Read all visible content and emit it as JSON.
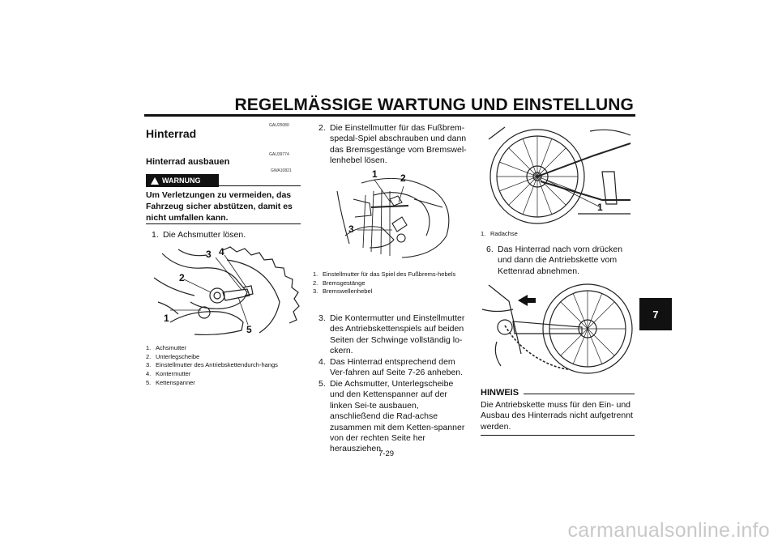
{
  "header": {
    "title": "REGELMÄSSIGE WARTUNG UND EINSTELLUNG"
  },
  "chapter_tab": "7",
  "codes": {
    "section": "GAU25080",
    "subsection": "GAU39774",
    "warning": "GWA10821"
  },
  "section_title": "Hinterrad",
  "subsection_title": "Hinterrad ausbauen",
  "warning": {
    "label": "WARNUNG",
    "text": "Um Verletzungen zu vermeiden, das Fahrzeug sicher abstützen, damit es nicht umfallen kann."
  },
  "steps": [
    {
      "num": "1.",
      "text": "Die Achsmutter lösen."
    },
    {
      "num": "2.",
      "text": "Die Einstellmutter für das Fußbrem-spedal-Spiel abschrauben und dann das Bremsgestänge vom Bremswel-lenhebel lösen."
    },
    {
      "num": "3.",
      "text": "Die Kontermutter und Einstellmutter des Antriebskettenspiels auf beiden Seiten der Schwinge vollständig lo-ckern."
    },
    {
      "num": "4.",
      "text": "Das Hinterrad entsprechend dem Ver-fahren auf Seite 7-26 anheben."
    },
    {
      "num": "5.",
      "text": "Die Achsmutter, Unterlegscheibe und den Kettenspanner auf der linken Sei-te ausbauen, anschließend die Rad-achse zusammen mit dem Ketten-spanner von der rechten Seite her herausziehen."
    },
    {
      "num": "6.",
      "text": "Das Hinterrad nach vorn drücken und dann die Antriebskette vom Kettenrad abnehmen."
    }
  ],
  "figure1": {
    "callouts": [
      "1",
      "2",
      "3",
      "4",
      "5"
    ],
    "captions": [
      {
        "n": "1.",
        "t": "Achsmutter"
      },
      {
        "n": "2.",
        "t": "Unterlegscheibe"
      },
      {
        "n": "3.",
        "t": "Einstellmutter des Antriebskettendurch-hangs"
      },
      {
        "n": "4.",
        "t": "Kontermutter"
      },
      {
        "n": "5.",
        "t": "Kettenspanner"
      }
    ]
  },
  "figure2": {
    "callouts": [
      "1",
      "2",
      "3"
    ],
    "captions": [
      {
        "n": "1.",
        "t": "Einstellmutter für das Spiel des Fußbrems-hebels"
      },
      {
        "n": "2.",
        "t": "Bremsgestänge"
      },
      {
        "n": "3.",
        "t": "Bremswellenhebel"
      }
    ]
  },
  "figure3": {
    "callouts": [
      "1"
    ],
    "captions": [
      {
        "n": "1.",
        "t": "Radachse"
      }
    ]
  },
  "note": {
    "title": "HINWEIS",
    "text": "Die Antriebskette muss für den Ein- und Ausbau des Hinterrads nicht aufgetrennt werden."
  },
  "page_number": "7-29",
  "watermark": "carmanualsonline.info"
}
